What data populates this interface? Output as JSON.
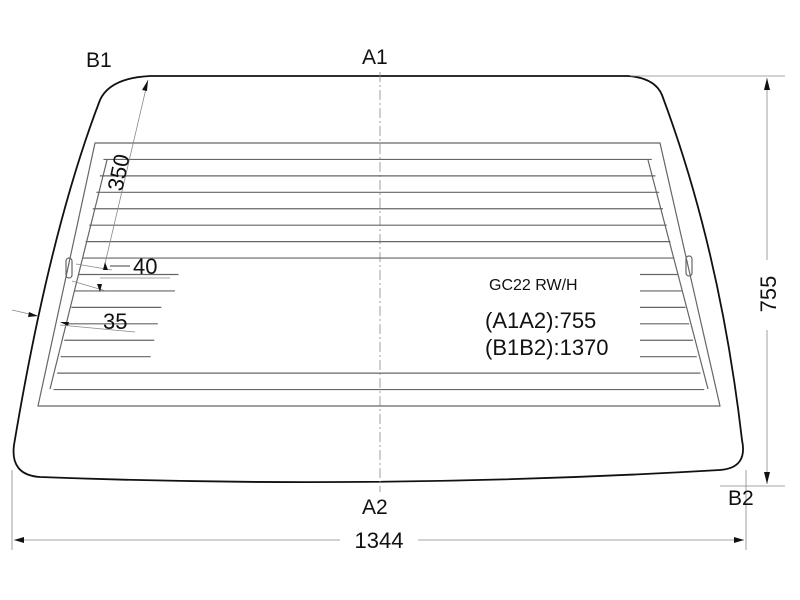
{
  "points": {
    "a1": "A1",
    "a2": "A2",
    "b1": "B1",
    "b2": "B2"
  },
  "dimensions": {
    "width": "1344",
    "height": "755",
    "heater_offset": "350",
    "heater_spacing": "40",
    "edge_margin": "35"
  },
  "info": {
    "code": "GC22 RW/H",
    "a1a2": "(A1A2):755",
    "b1b2": "(B1B2):1370"
  },
  "heater_line_count": 15
}
